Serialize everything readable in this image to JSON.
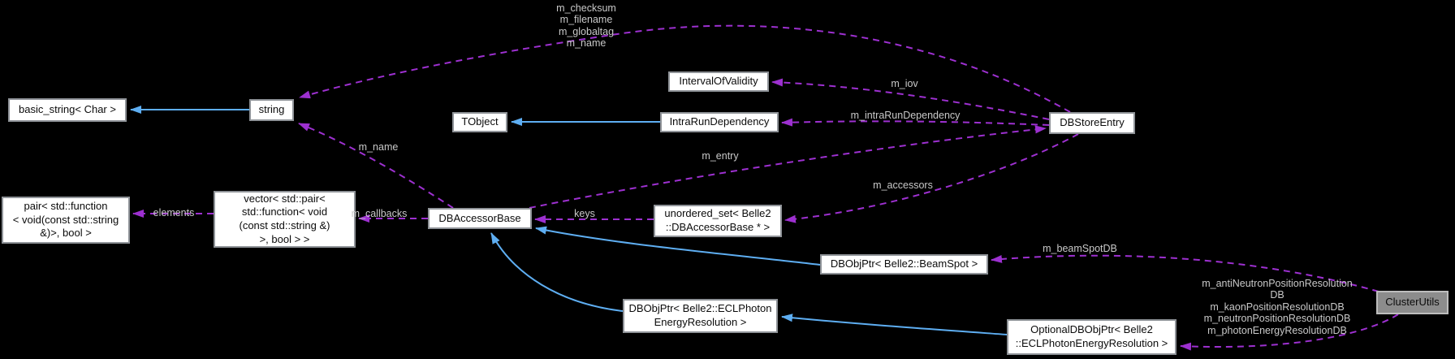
{
  "diagram": {
    "type": "doxygen-collaboration-graph",
    "focus_class": "ClusterUtils",
    "colors": {
      "background": "#000000",
      "node_fill": "#ffffff",
      "node_border": "#8f9398",
      "node_text": "#0b0b0b",
      "highlight_node_fill": "#8c8c8c",
      "highlight_node_border": "#bdbdbd",
      "usage_edge": "#9d30d0",
      "inheritance_edge": "#5eaef2",
      "edge_label_text": "#c9c9c9"
    },
    "nodes": {
      "basic_string": {
        "label": "basic_string< Char >"
      },
      "string": {
        "label": "string"
      },
      "tobject": {
        "label": "TObject"
      },
      "interval_of_validity": {
        "label": "IntervalOfValidity"
      },
      "intra_run_dependency": {
        "label": "IntraRunDependency"
      },
      "db_store_entry": {
        "label": "DBStoreEntry"
      },
      "pair": {
        "label": "pair< std::function\n< void(const std::string\n&)>, bool >"
      },
      "vector": {
        "label": "vector< std::pair<\nstd::function< void\n(const std::string &)\n>, bool > >"
      },
      "db_accessor_base": {
        "label": "DBAccessorBase"
      },
      "unordered_set": {
        "label": "unordered_set< Belle2\n::DBAccessorBase * >"
      },
      "dbobjptr_beamspot": {
        "label": "DBObjPtr< Belle2::BeamSpot >"
      },
      "dbobjptr_eclphoton": {
        "label": "DBObjPtr< Belle2::ECLPhoton\nEnergyResolution >"
      },
      "optional_dbobjptr": {
        "label": "OptionalDBObjPtr< Belle2\n::ECLPhotonEnergyResolution >"
      },
      "cluster_utils": {
        "label": "ClusterUtils"
      }
    },
    "edge_labels": {
      "store_entry_strings": "m_checksum\nm_filename\nm_globaltag\nm_name",
      "iov": "m_iov",
      "intra_run_dependency": "m_intraRunDependency",
      "name": "m_name",
      "entry": "m_entry",
      "accessors": "m_accessors",
      "elements": "elements",
      "callbacks": "m_callbacks",
      "keys": "keys",
      "beam_spot_db": "m_beamSpotDB",
      "resolution_members": "m_antiNeutronPositionResolution\nDB\nm_kaonPositionResolutionDB\nm_neutronPositionResolutionDB\nm_photonEnergyResolutionDB"
    }
  }
}
